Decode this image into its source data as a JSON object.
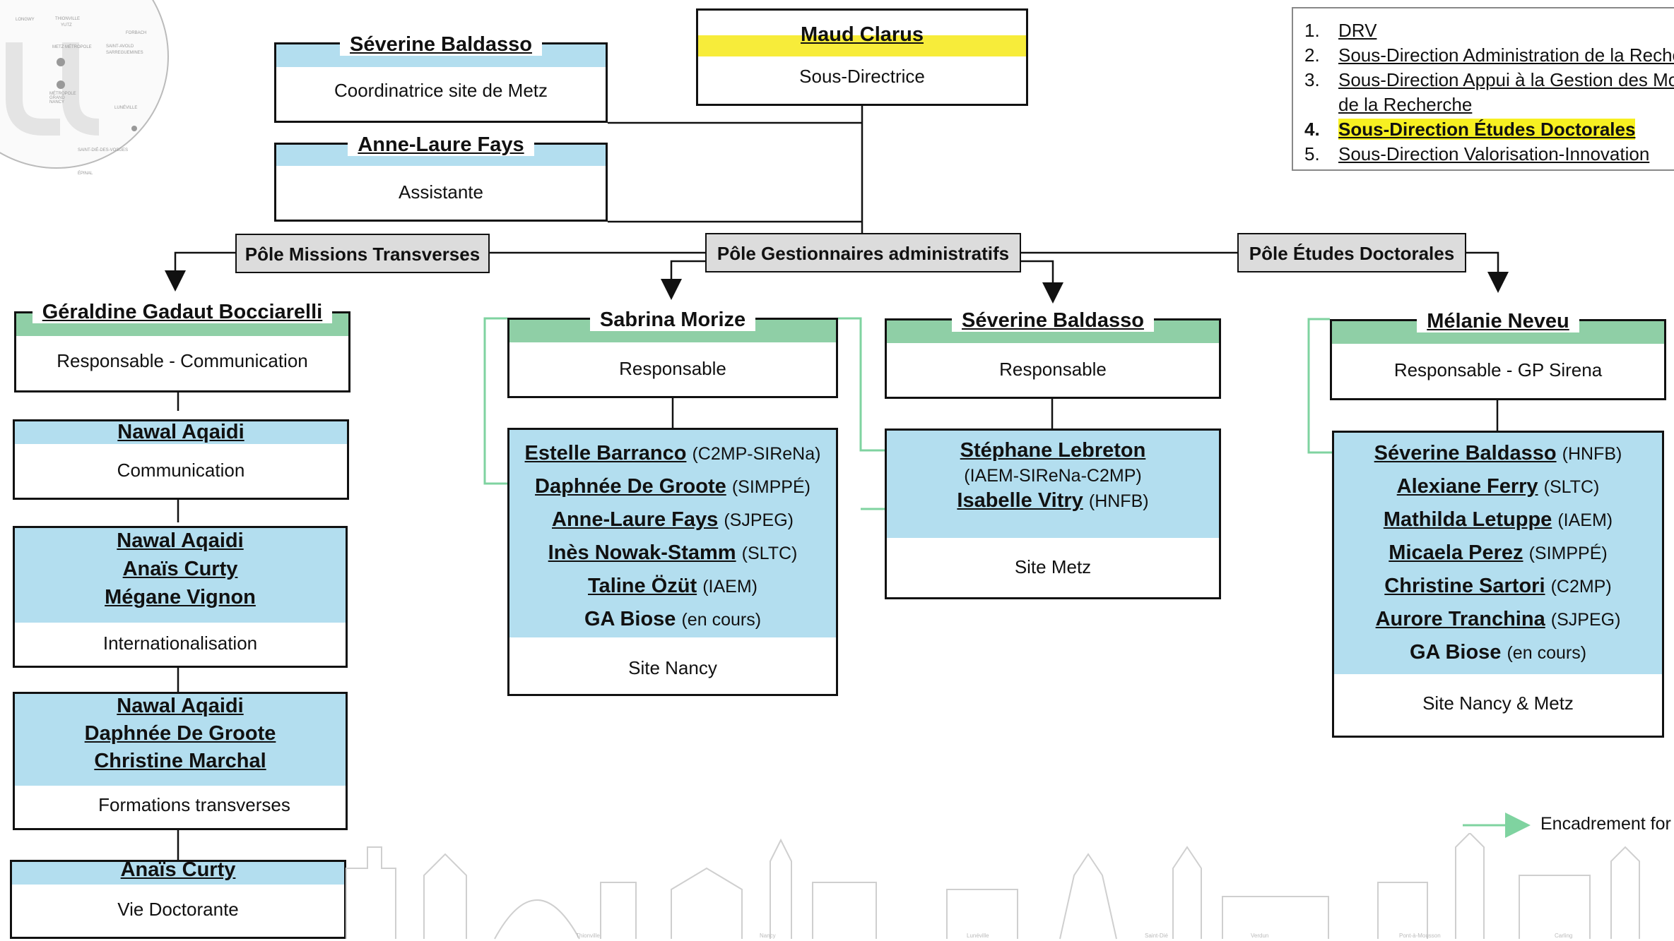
{
  "map_logo": {
    "labels": [
      "LONGWY",
      "THIONVILLE",
      "YUTZ",
      "FORBACH",
      "METZ MÉTROPOLE",
      "SAINT-AVOLD",
      "SARREGUEMINES",
      "MÉTROPOLE GRAND NANCY",
      "LUNÉVILLE",
      "SAINT-DIÉ-DES-VOSGES",
      "ÉPINAL"
    ]
  },
  "top": {
    "director": {
      "name": "Maud Clarus",
      "role": "Sous-Directrice"
    },
    "coordinator": {
      "name": "Séverine Baldasso",
      "role": "Coordinatrice site de Metz"
    },
    "assistant": {
      "name": "Anne-Laure Fays",
      "role": "Assistante"
    }
  },
  "legend": {
    "items": [
      {
        "num": "1.",
        "label": "DRV"
      },
      {
        "num": "2.",
        "label": "Sous-Direction Administration de la Recherche"
      },
      {
        "num": "3.",
        "label": "Sous-Direction Appui à la Gestion des Moyens"
      },
      {
        "num": "",
        "label": "de la Recherche"
      },
      {
        "num": "4.",
        "label": "Sous-Direction Études Doctorales"
      },
      {
        "num": "5.",
        "label": "Sous-Direction Valorisation-Innovation"
      }
    ]
  },
  "poles": {
    "missions": "Pôle Missions Transverses",
    "gestionnaires": "Pôle Gestionnaires administratifs",
    "etudes": "Pôle Études Doctorales"
  },
  "missions": {
    "head": {
      "name": "Géraldine Gadaut Bocciarelli",
      "role": "Responsable - Communication"
    },
    "communication": {
      "names": [
        "Nawal Aqaidi"
      ],
      "role": "Communication"
    },
    "international": {
      "names": [
        "Nawal Aqaidi",
        "Anaïs Curty",
        "Mégane Vignon"
      ],
      "role": "Internationalisation"
    },
    "formations": {
      "names": [
        "Nawal Aqaidi",
        "Daphnée De Groote",
        "Christine Marchal"
      ],
      "role": "Formations transverses"
    },
    "vie": {
      "names": [
        "Anaïs Curty"
      ],
      "role": "Vie Doctorante"
    }
  },
  "nancy": {
    "head": {
      "name": "Sabrina Morize",
      "role": "Responsable"
    },
    "members": [
      {
        "name": "Estelle Barranco",
        "tag": "(C2MP-SIReNa)"
      },
      {
        "name": "Daphnée De Groote",
        "tag": "(SIMPPÉ)"
      },
      {
        "name": "Anne-Laure Fays",
        "tag": "(SJPEG)"
      },
      {
        "name": "Inès Nowak-Stamm",
        "tag": "(SLTC)"
      },
      {
        "name": "Taline Özüt",
        "tag": "(IAEM)"
      },
      {
        "name": "GA Biose",
        "tag": "(en cours)"
      }
    ],
    "site": "Site Nancy"
  },
  "metz": {
    "head": {
      "name": "Séverine Baldasso",
      "role": "Responsable"
    },
    "members": [
      {
        "name": "Stéphane Lebreton",
        "tag": ""
      },
      {
        "name": "",
        "tag": "(IAEM-SIReNa-C2MP)"
      },
      {
        "name": "Isabelle Vitry",
        "tag": "(HNFB)"
      }
    ],
    "site": "Site Metz"
  },
  "doctorales": {
    "head": {
      "name": "Mélanie Neveu",
      "role": "Responsable - GP Sirena"
    },
    "members": [
      {
        "name": "Séverine Baldasso",
        "tag": "(HNFB)"
      },
      {
        "name": "Alexiane Ferry",
        "tag": "(SLTC)"
      },
      {
        "name": "Mathilda Letuppe",
        "tag": "(IAEM)"
      },
      {
        "name": "Micaela Perez",
        "tag": "(SIMPPÉ)"
      },
      {
        "name": "Christine Sartori",
        "tag": "(C2MP)"
      },
      {
        "name": "Aurore Tranchina",
        "tag": "(SJPEG)"
      },
      {
        "name": "GA Biose",
        "tag": "(en cours)"
      }
    ],
    "site": "Site Nancy & Metz"
  },
  "footer": {
    "legend_label": "Encadrement for",
    "captions": [
      "Thionville",
      "Nancy",
      "Lunéville",
      "Saint-Dié",
      "Verdun",
      "Pont-à-Mousson",
      "Carling"
    ]
  },
  "colors": {
    "blue_band": "#b3deef",
    "green_band": "#8fcfa6",
    "yellow_band": "#f7ec3a",
    "arrow_green": "#7fd3a0",
    "pole_bg": "#dcdcdc"
  }
}
